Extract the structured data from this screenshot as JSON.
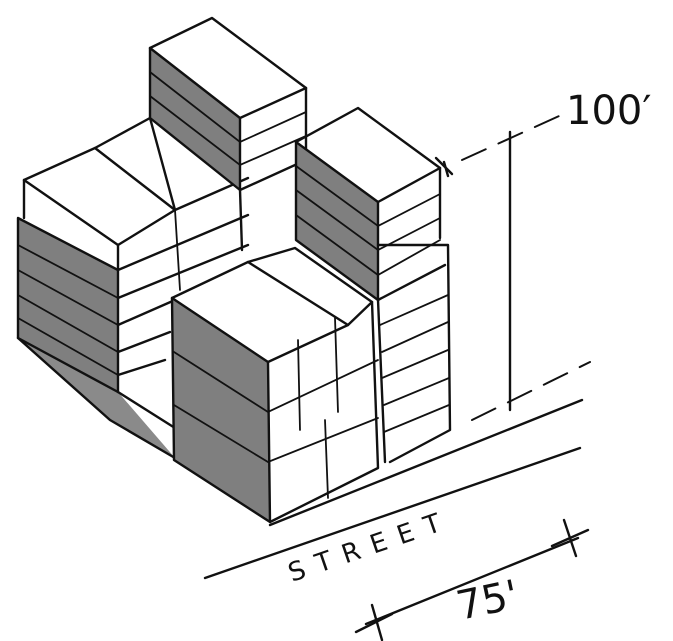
{
  "height_label": "100′",
  "width_label": "75'",
  "street_label": "STREET",
  "colors": {
    "ink": "#111111",
    "shade": "#7f7f7f",
    "paper": "#ffffff"
  }
}
